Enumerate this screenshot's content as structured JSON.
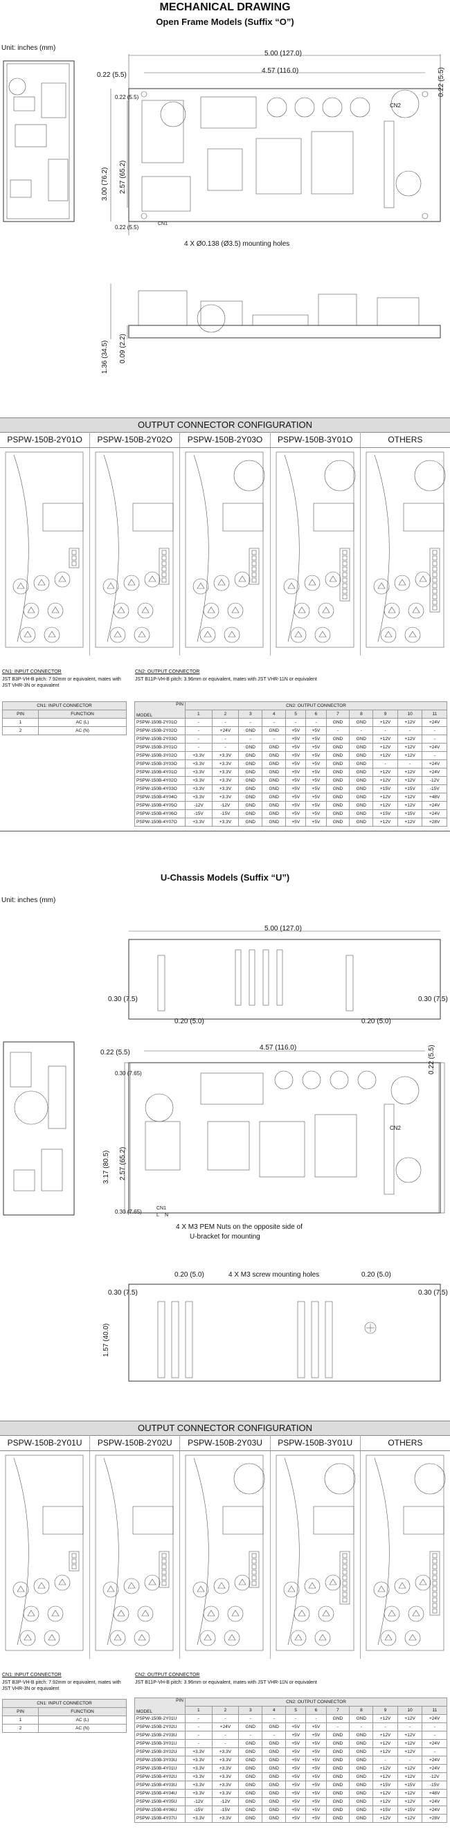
{
  "page": {
    "title": "MECHANICAL DRAWING"
  },
  "open_frame": {
    "subtitle": "Open Frame Models (Suffix “O”)",
    "unit": "Unit: inches (mm)",
    "dims": {
      "top1": "5.00 (127.0)",
      "top2": "4.57 (116.0)",
      "left_top": "0.22 (5.5)",
      "left_top2": "0.22 (5.5)",
      "right_top": "0.22 (5.5)",
      "h1": "3.00 (76.2)",
      "h2": "2.57 (65.2)",
      "bottom_left": "0.22 (5.5)",
      "holes": "4 X Ø0.138 (Ø3.5) mounting holes",
      "side_h": "1.36 (34.5)",
      "side_h2": "0.09 (2.2)"
    },
    "labels": {
      "cn2": "CN2",
      "cn1": "CN1",
      "pins": [
        "1",
        "2",
        "3",
        "4",
        "5",
        "6",
        "7",
        "8",
        "9",
        "10",
        "11"
      ]
    },
    "config": {
      "title": "OUTPUT CONNECTOR CONFIGURATION",
      "heads": [
        "PSPW-150B-2Y01O",
        "PSPW-150B-2Y02O",
        "PSPW-150B-2Y03O",
        "PSPW-150B-3Y01O",
        "OTHERS"
      ]
    },
    "cn1": {
      "heading": "CN1: INPUT CONNECTOR",
      "desc": "JST B3P-VH-B pitch: 7.92mm or equivalent, mates with JST VHR-3N or equivalent",
      "table_title": "CN1: INPUT CONNECTOR",
      "cols": [
        "PIN",
        "FUNCTION"
      ],
      "rows": [
        [
          "1",
          "AC (L)"
        ],
        [
          "2",
          "AC (N)"
        ]
      ]
    },
    "cn2": {
      "heading": "CN2: OUTPUT CONNECTOR",
      "desc": "JST B11P-VH-B pitch: 3.96mm or equivalent, mates with JST VHR-11N or equivalent",
      "table_title": "CN2: OUTPUT CONNECTOR",
      "pin_label": "PIN",
      "model_label": "MODEL",
      "pins": [
        "1",
        "2",
        "3",
        "4",
        "5",
        "6",
        "7",
        "8",
        "9",
        "10",
        "11"
      ],
      "rows": [
        [
          "PSPW-150B-2Y01O",
          "-",
          "-",
          "-",
          "-",
          "-",
          "-",
          "GND",
          "GND",
          "+12V",
          "+12V",
          "+24V"
        ],
        [
          "PSPW-150B-2Y02O",
          "-",
          "+24V",
          "GND",
          "GND",
          "+5V",
          "+5V",
          "-",
          "-",
          "-",
          "-",
          "-"
        ],
        [
          "PSPW-150B-2Y03O",
          "-",
          "-",
          "-",
          "-",
          "+5V",
          "+5V",
          "GND",
          "GND",
          "+12V",
          "+12V",
          "-"
        ],
        [
          "PSPW-150B-3Y01O",
          "-",
          "-",
          "GND",
          "GND",
          "+5V",
          "+5V",
          "GND",
          "GND",
          "+12V",
          "+12V",
          "+24V"
        ],
        [
          "PSPW-150B-3Y02O",
          "+3.3V",
          "+3.3V",
          "GND",
          "GND",
          "+5V",
          "+5V",
          "GND",
          "GND",
          "+12V",
          "+12V",
          "-"
        ],
        [
          "PSPW-150B-3Y03O",
          "+3.3V",
          "+3.3V",
          "GND",
          "GND",
          "+5V",
          "+5V",
          "GND",
          "GND",
          "-",
          "-",
          "+24V"
        ],
        [
          "PSPW-150B-4Y01O",
          "+3.3V",
          "+3.3V",
          "GND",
          "GND",
          "+5V",
          "+5V",
          "GND",
          "GND",
          "+12V",
          "+12V",
          "+24V"
        ],
        [
          "PSPW-150B-4Y02O",
          "+3.3V",
          "+3.3V",
          "GND",
          "GND",
          "+5V",
          "+5V",
          "GND",
          "GND",
          "+12V",
          "+12V",
          "-12V"
        ],
        [
          "PSPW-150B-4Y03O",
          "+3.3V",
          "+3.3V",
          "GND",
          "GND",
          "+5V",
          "+5V",
          "GND",
          "GND",
          "+15V",
          "+15V",
          "-15V"
        ],
        [
          "PSPW-150B-4Y04O",
          "+3.3V",
          "+3.3V",
          "GND",
          "GND",
          "+5V",
          "+5V",
          "GND",
          "GND",
          "+12V",
          "+12V",
          "+48V"
        ],
        [
          "PSPW-150B-4Y05O",
          "-12V",
          "-12V",
          "GND",
          "GND",
          "+5V",
          "+5V",
          "GND",
          "GND",
          "+12V",
          "+12V",
          "+24V"
        ],
        [
          "PSPW-150B-4Y06O",
          "-15V",
          "-15V",
          "GND",
          "GND",
          "+5V",
          "+5V",
          "GND",
          "GND",
          "+15V",
          "+15V",
          "+24V"
        ],
        [
          "PSPW-150B-4Y07O",
          "+3.3V",
          "+3.3V",
          "GND",
          "GND",
          "+5V",
          "+5V",
          "GND",
          "GND",
          "+12V",
          "+12V",
          "+28V"
        ]
      ]
    }
  },
  "u_chassis": {
    "subtitle": "U-Chassis Models (Suffix “U”)",
    "unit": "Unit: inches (mm)",
    "dims": {
      "top": "5.00 (127.0)",
      "left_b": "0.30 (7.5)",
      "right_b": "0.30 (7.5)",
      "in_l": "0.20 (5.0)",
      "in_r": "0.20 (5.0)",
      "w2": "4.57 (116.0)",
      "l_top": "0.22 (5.5)",
      "l_top2": "0.30 (7.65)",
      "h": "3.17 (80.5)",
      "h2": "2.57 (65.2)",
      "r_top": "0.22 (5.5)",
      "b_left": "0.30 (7.65)",
      "pem1": "4 X  M3 PEM Nuts on the opposite side of",
      "pem2": "U-bracket for mounting",
      "b_in_l": "0.20 (5.0)",
      "screws": "4 X  M3 screw mounting holes",
      "b_in_r": "0.20 (5.0)",
      "b_l": "0.30 (7.5)",
      "b_r": "0.30 (7.5)",
      "b_h": "1.57 (40.0)"
    },
    "labels": {
      "cn2": "CN2",
      "cn1": "CN1",
      "n": "N",
      "l": "L"
    },
    "config": {
      "title": "OUTPUT CONNECTOR CONFIGURATION",
      "heads": [
        "PSPW-150B-2Y01U",
        "PSPW-150B-2Y02U",
        "PSPW-150B-2Y03U",
        "PSPW-150B-3Y01U",
        "OTHERS"
      ]
    },
    "cn1": {
      "heading": "CN1: INPUT CONNECTOR",
      "desc": "JST B3P-VH-B pitch: 7.92mm or equivalent, mates with JST VHR-3N or equivalent",
      "table_title": "CN1: INPUT CONNECTOR",
      "cols": [
        "PIN",
        "FUNCTION"
      ],
      "rows": [
        [
          "1",
          "AC (L)"
        ],
        [
          "2",
          "AC (N)"
        ]
      ]
    },
    "cn2": {
      "heading": "CN2: OUTPUT CONNECTOR",
      "desc": "JST B11P-VH-B pitch: 3.96mm or equivalent, mates with JST VHR-11N or equivalent",
      "table_title": "CN2: OUTPUT CONNECTOR",
      "pin_label": "PIN",
      "model_label": "MODEL",
      "pins": [
        "1",
        "2",
        "3",
        "4",
        "5",
        "6",
        "7",
        "8",
        "9",
        "10",
        "11"
      ],
      "rows": [
        [
          "PSPW-150B-2Y01U",
          "-",
          "-",
          "-",
          "-",
          "-",
          "-",
          "GND",
          "GND",
          "+12V",
          "+12V",
          "+24V"
        ],
        [
          "PSPW-150B-2Y02U",
          "-",
          "+24V",
          "GND",
          "GND",
          "+5V",
          "+5V",
          "-",
          "-",
          "-",
          "-",
          "-"
        ],
        [
          "PSPW-150B-2Y03U",
          "-",
          "-",
          "-",
          "-",
          "+5V",
          "+5V",
          "GND",
          "GND",
          "+12V",
          "+12V",
          "-"
        ],
        [
          "PSPW-150B-3Y01U",
          "-",
          "-",
          "GND",
          "GND",
          "+5V",
          "+5V",
          "GND",
          "GND",
          "+12V",
          "+12V",
          "+24V"
        ],
        [
          "PSPW-150B-3Y02U",
          "+3.3V",
          "+3.3V",
          "GND",
          "GND",
          "+5V",
          "+5V",
          "GND",
          "GND",
          "+12V",
          "+12V",
          "-"
        ],
        [
          "PSPW-150B-3Y03U",
          "+3.3V",
          "+3.3V",
          "GND",
          "GND",
          "+5V",
          "+5V",
          "GND",
          "GND",
          "-",
          "-",
          "+24V"
        ],
        [
          "PSPW-150B-4Y01U",
          "+3.3V",
          "+3.3V",
          "GND",
          "GND",
          "+5V",
          "+5V",
          "GND",
          "GND",
          "+12V",
          "+12V",
          "+24V"
        ],
        [
          "PSPW-150B-4Y02U",
          "+3.3V",
          "+3.3V",
          "GND",
          "GND",
          "+5V",
          "+5V",
          "GND",
          "GND",
          "+12V",
          "+12V",
          "-12V"
        ],
        [
          "PSPW-150B-4Y03U",
          "+3.3V",
          "+3.3V",
          "GND",
          "GND",
          "+5V",
          "+5V",
          "GND",
          "GND",
          "+15V",
          "+15V",
          "-15V"
        ],
        [
          "PSPW-150B-4Y04U",
          "+3.3V",
          "+3.3V",
          "GND",
          "GND",
          "+5V",
          "+5V",
          "GND",
          "GND",
          "+12V",
          "+12V",
          "+48V"
        ],
        [
          "PSPW-150B-4Y05U",
          "-12V",
          "-12V",
          "GND",
          "GND",
          "+5V",
          "+5V",
          "GND",
          "GND",
          "+12V",
          "+12V",
          "+24V"
        ],
        [
          "PSPW-150B-4Y06U",
          "-15V",
          "-15V",
          "GND",
          "GND",
          "+5V",
          "+5V",
          "GND",
          "GND",
          "+15V",
          "+15V",
          "+24V"
        ],
        [
          "PSPW-150B-4Y07U",
          "+3.3V",
          "+3.3V",
          "GND",
          "GND",
          "+5V",
          "+5V",
          "GND",
          "GND",
          "+12V",
          "+12V",
          "+28V"
        ]
      ]
    }
  }
}
